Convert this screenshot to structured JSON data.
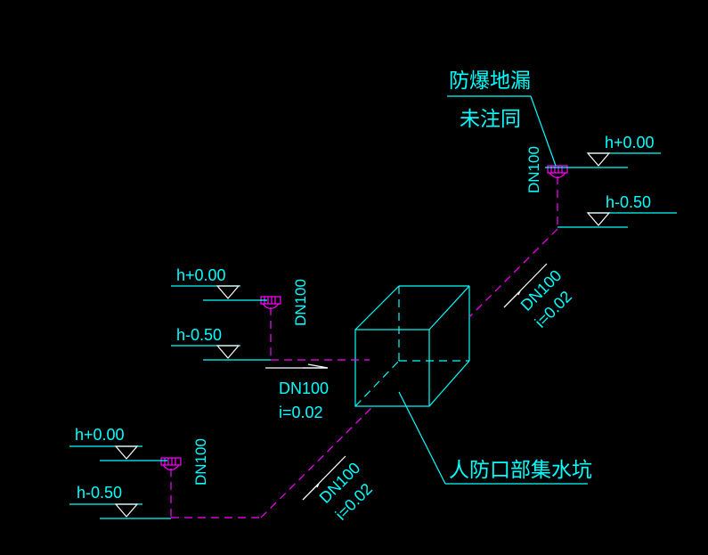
{
  "colors": {
    "background": "#000000",
    "cyan": "#00ffff",
    "magenta": "#ff00ff",
    "white": "#ffffff"
  },
  "labels": {
    "floor_drain_title": "防爆地漏",
    "floor_drain_note": "未注同",
    "sump_label": "人防口部集水坑",
    "dn_upper_right": "DN100",
    "dn_middle": "DN100",
    "dn_lower_left": "DN100",
    "level_upper_right_top": "h+0.00",
    "level_upper_right_bottom": "h-0.50",
    "level_middle_top": "h+0.00",
    "level_middle_bottom": "h-0.50",
    "level_lower_top": "h+0.00",
    "level_lower_bottom": "h-0.50",
    "pipe_right_dn": "DN100",
    "pipe_right_slope": "i=0.02",
    "pipe_middle_dn": "DN100",
    "pipe_middle_slope": "i=0.02",
    "pipe_left_dn": "DN100",
    "pipe_left_slope": "i=0.02"
  },
  "icons": {
    "floor_drain": "floor-drain-icon",
    "level_marker": "elevation-triangle-icon",
    "slope_arrow": "slope-arrow-icon"
  }
}
